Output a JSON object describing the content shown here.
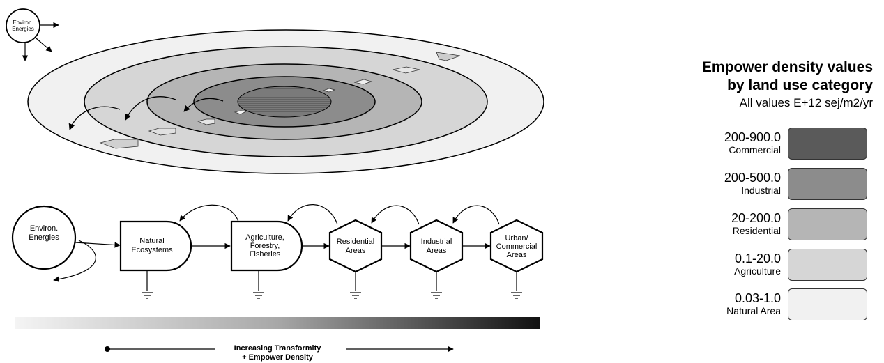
{
  "top": {
    "environ_label_1": "Environ.",
    "environ_label_2": "Energies"
  },
  "flow": {
    "environ_label_1": "Environ.",
    "environ_label_2": "Energies",
    "nodes": [
      {
        "line1": "Natural",
        "line2": "Ecosystems",
        "line3": ""
      },
      {
        "line1": "Agriculture,",
        "line2": "Forestry,",
        "line3": "Fisheries"
      },
      {
        "line1": "Residential",
        "line2": "Areas",
        "line3": ""
      },
      {
        "line1": "Industrial",
        "line2": "Areas",
        "line3": ""
      },
      {
        "line1": "Urban/",
        "line2": "Commercial",
        "line3": "Areas"
      }
    ]
  },
  "gradient_bar": {
    "label_line1": "Increasing Transformity",
    "label_line2": "+ Empower Density"
  },
  "legend": {
    "title_line1": "Empower density values",
    "title_line2": "by land  use category",
    "subtitle": "All values E+12 sej/m2/yr",
    "items": [
      {
        "range": "200-900.0",
        "category": "Commercial",
        "color": "#5a5a5a"
      },
      {
        "range": "200-500.0",
        "category": "Industrial",
        "color": "#8c8c8c"
      },
      {
        "range": "20-200.0",
        "category": "Residential",
        "color": "#b5b5b5"
      },
      {
        "range": "0.1-20.0",
        "category": "Agriculture",
        "color": "#d6d6d6"
      },
      {
        "range": "0.03-1.0",
        "category": "Natural Area",
        "color": "#f1f1f1"
      }
    ]
  }
}
